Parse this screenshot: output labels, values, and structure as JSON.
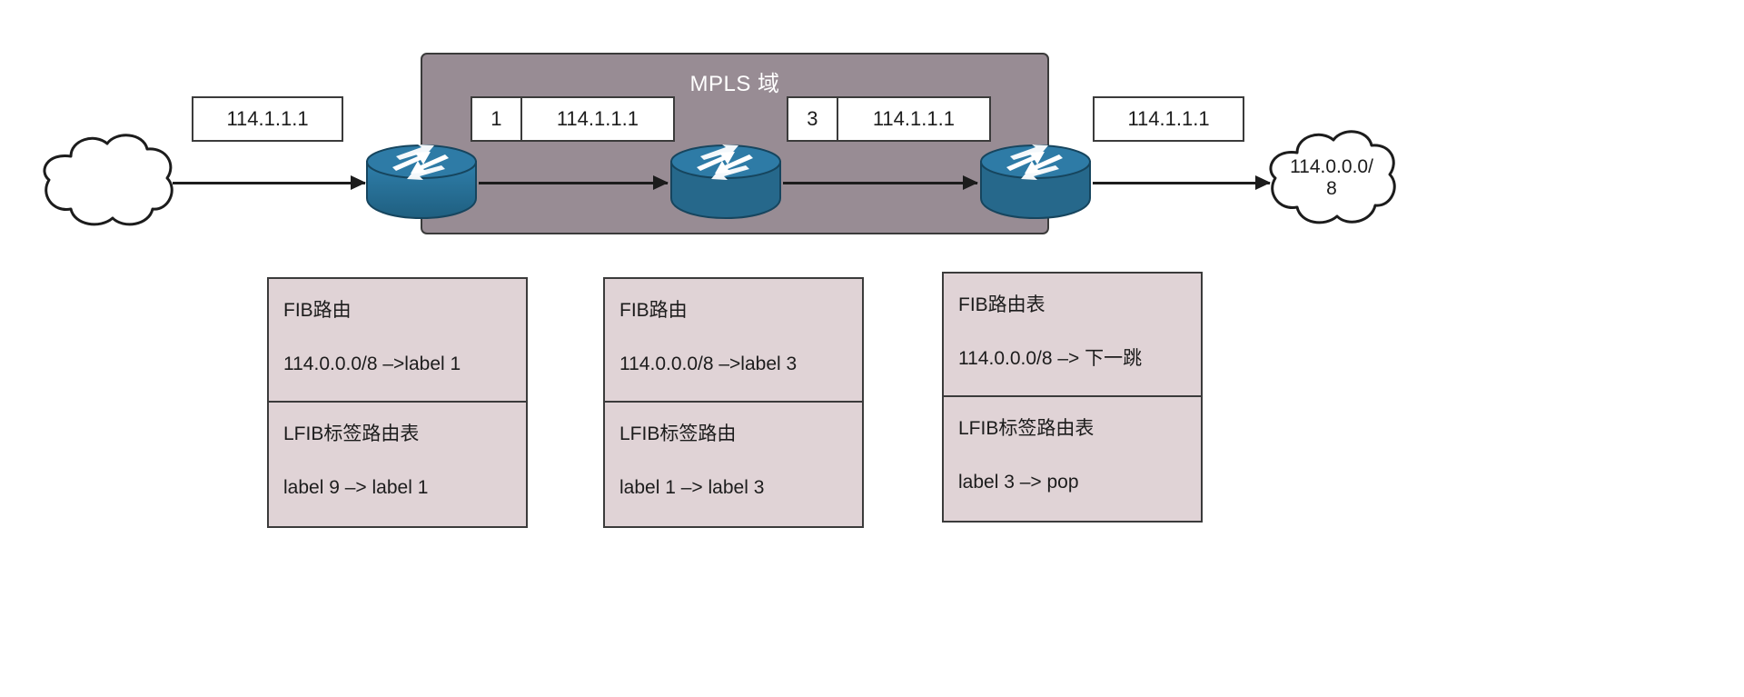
{
  "diagram": {
    "mpls_domain_label": "MPLS 域"
  },
  "clouds": {
    "left": {
      "name": "source-cloud",
      "text": ""
    },
    "right": {
      "name": "destination-cloud",
      "line1": "114.0.0.0/",
      "line2": "8"
    }
  },
  "packets": [
    {
      "name": "packet-ingress",
      "label": "",
      "ip": "114.1.1.1"
    },
    {
      "name": "packet-mpls-label-1",
      "label": "1",
      "ip": "114.1.1.1"
    },
    {
      "name": "packet-mpls-label-3",
      "label": "3",
      "ip": "114.1.1.1"
    },
    {
      "name": "packet-egress",
      "label": "",
      "ip": "114.1.1.1"
    }
  ],
  "routers": [
    {
      "name": "router-ingress-lsr"
    },
    {
      "name": "router-transit-lsr"
    },
    {
      "name": "router-egress-lsr"
    }
  ],
  "tables": [
    {
      "name": "forwarding-table-router-1",
      "fib_title": "FIB路由",
      "fib_entry": "114.0.0.0/8 –>label 1",
      "lfib_title": "LFIB标签路由表",
      "lfib_entry": "label 9 –> label 1"
    },
    {
      "name": "forwarding-table-router-2",
      "fib_title": "FIB路由",
      "fib_entry": "114.0.0.0/8 –>label 3",
      "lfib_title": "LFIB标签路由",
      "lfib_entry": "label 1 –> label 3"
    },
    {
      "name": "forwarding-table-router-3",
      "fib_title": "FIB路由表",
      "fib_entry": "114.0.0.0/8 –> 下一跳",
      "lfib_title": "LFIB标签路由表",
      "lfib_entry": "label 3 –> pop"
    }
  ],
  "colors": {
    "mpls_domain_fill": "#988c94",
    "table_fill": "#e0d3d6",
    "router_blue": "#2e7ba6",
    "stroke": "#3b3b3b"
  }
}
